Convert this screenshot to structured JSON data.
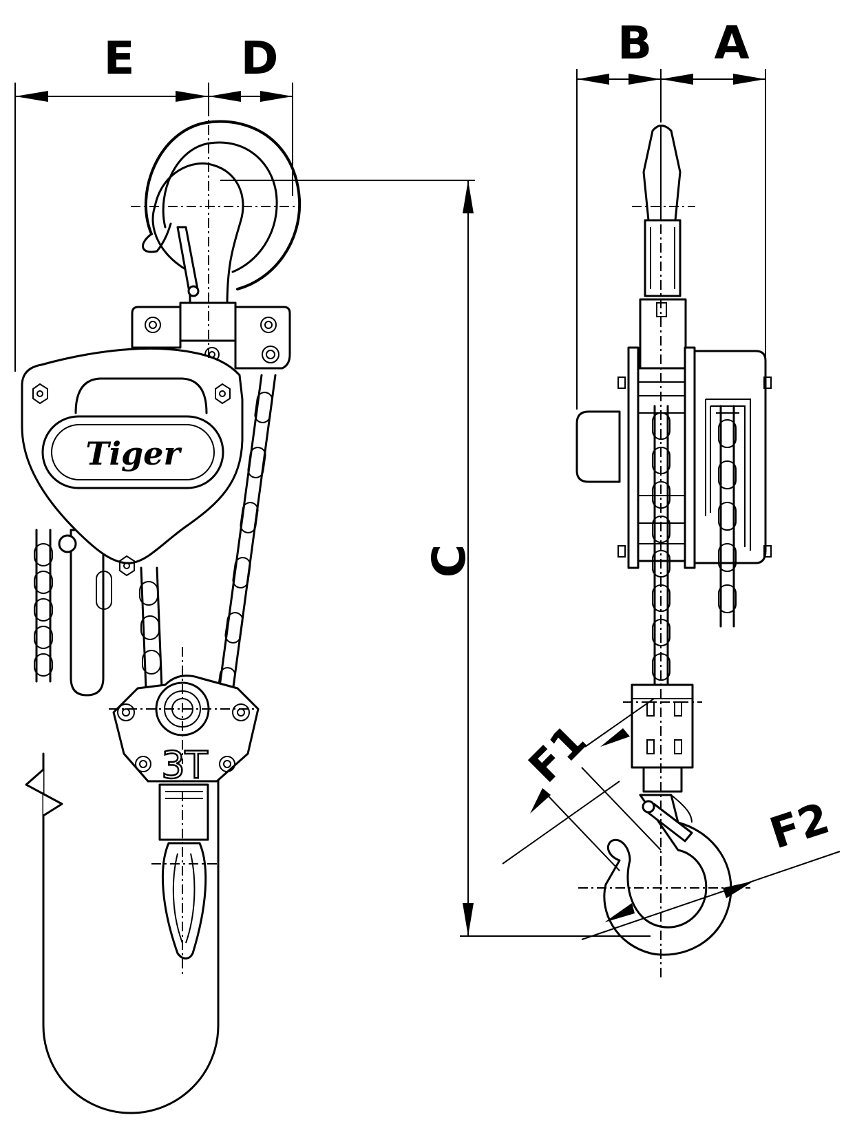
{
  "diagram": {
    "brand_logo": "Tiger",
    "capacity_marking": "3T",
    "dimension_labels": {
      "a": "A",
      "b": "B",
      "c": "C",
      "d": "D",
      "e": "E",
      "f1": "F1",
      "f2": "F2"
    }
  }
}
